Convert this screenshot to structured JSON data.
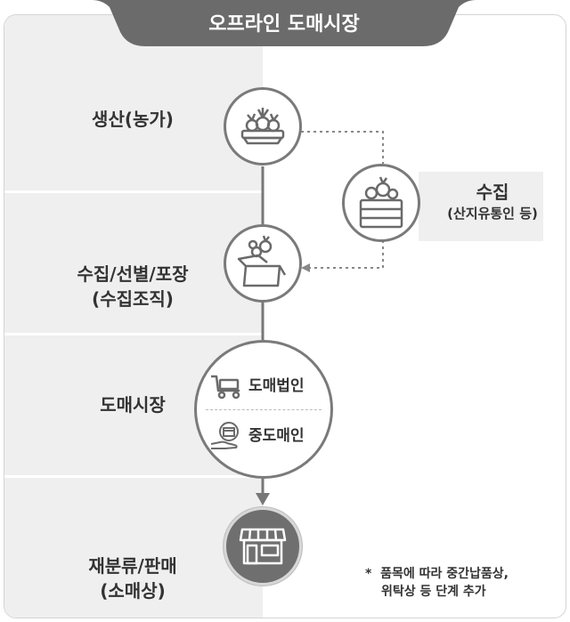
{
  "title": "오프라인 도매시장",
  "stages": [
    {
      "label": "생산(농가)"
    },
    {
      "label": "수집/선별/포장\n(수집조직)"
    },
    {
      "label": "도매시장"
    },
    {
      "label": "재분류/판매\n(소매상)"
    }
  ],
  "wholesale": {
    "corporation": "도매법인",
    "intermediate": "중도매인"
  },
  "collection": {
    "title": "수집",
    "subtitle": "(산지유통인 등)"
  },
  "footnote": {
    "marker": "*",
    "line1": "품목에 따라 중간납품상,",
    "line2": "위탁상 등 단계 추가"
  },
  "colors": {
    "title_tab": "#6b6b6b",
    "band": "#efefef",
    "circle_border": "#7a7a7a",
    "dark_circle": "#6f6f6f"
  },
  "icons": {
    "production": "plant-basket-icon",
    "packing": "open-box-icon",
    "collection": "crate-icon",
    "corporation": "cart-icon",
    "intermediate": "hand-shop-icon",
    "retail": "storefront-icon"
  }
}
